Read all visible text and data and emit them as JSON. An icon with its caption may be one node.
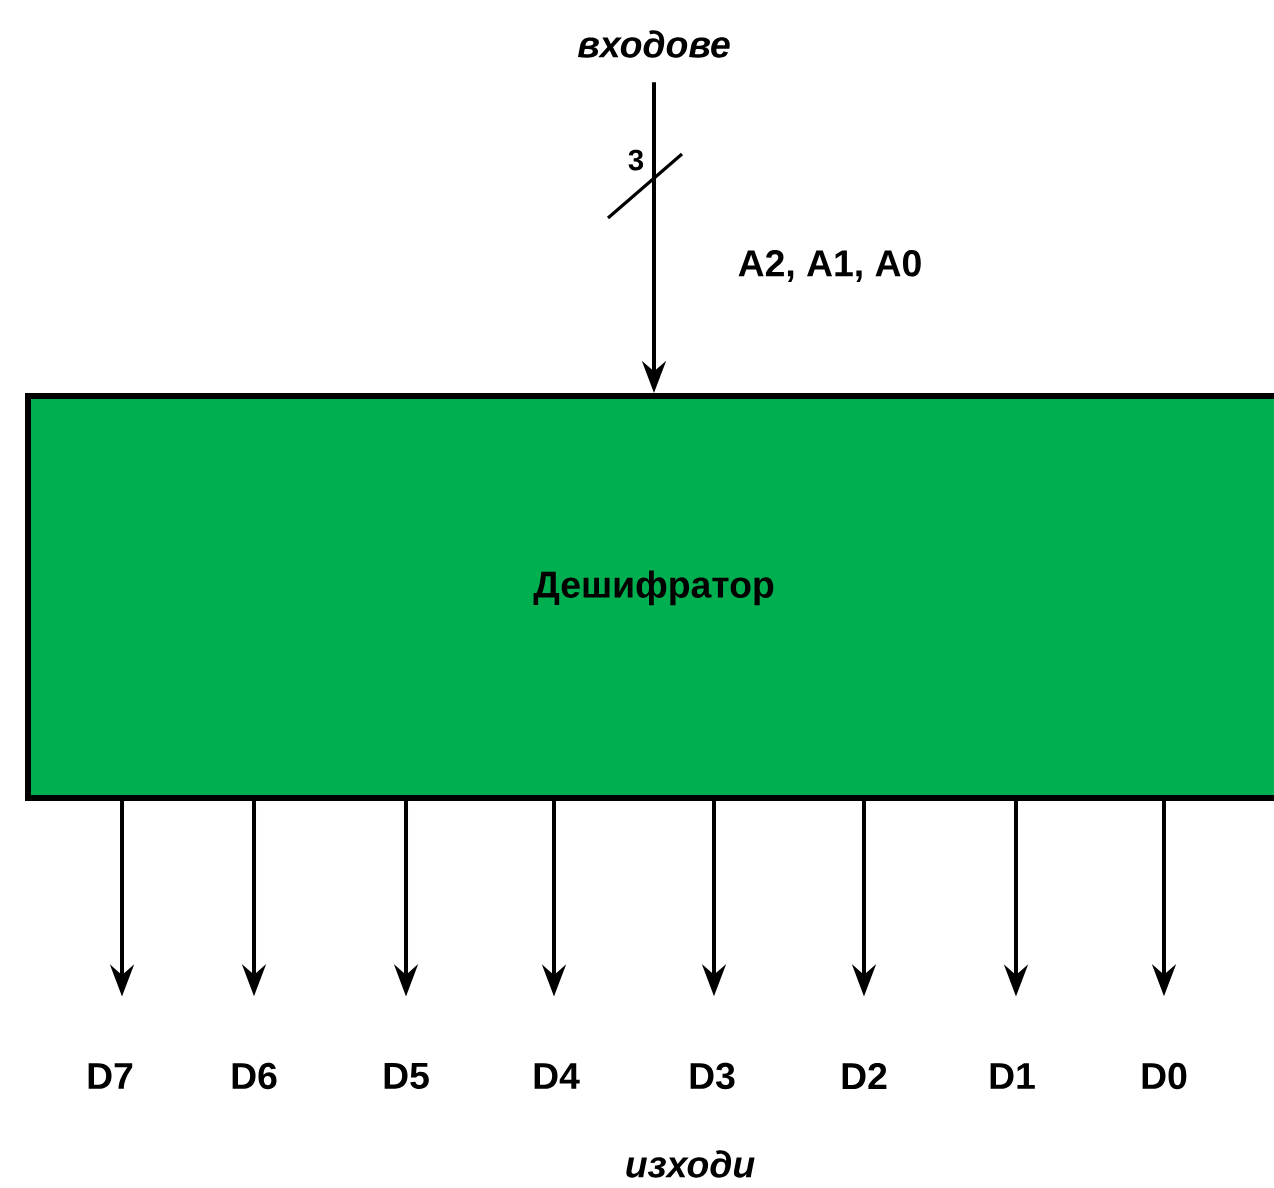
{
  "diagram": {
    "nodes": [
      {
        "text": [
          "входове"
        ]
      },
      {
        "text": [
          "Дешифратор"
        ]
      },
      {
        "text": [
          "D7"
        ]
      },
      {
        "text": [
          "D6"
        ]
      },
      {
        "text": [
          "D5"
        ]
      },
      {
        "text": [
          "D4"
        ]
      },
      {
        "text": [
          "D3"
        ]
      },
      {
        "text": [
          "D2"
        ]
      },
      {
        "text": [
          "D1"
        ]
      },
      {
        "text": [
          "D0"
        ]
      }
    ],
    "edges": [
      {
        "from": 0,
        "to": 1,
        "arrow": "to",
        "label": "A2, A1, A0"
      },
      {
        "from": 1,
        "to": 2,
        "arrow": "to"
      },
      {
        "from": 1,
        "to": 3,
        "arrow": "to"
      },
      {
        "from": 1,
        "to": 4,
        "arrow": "to"
      },
      {
        "from": 1,
        "to": 5,
        "arrow": "to"
      },
      {
        "from": 1,
        "to": 6,
        "arrow": "to"
      },
      {
        "from": 1,
        "to": 7,
        "arrow": "to"
      },
      {
        "from": 1,
        "to": 8,
        "arrow": "to"
      },
      {
        "from": 1,
        "to": 9,
        "arrow": "to"
      }
    ],
    "labels": [
      "3",
      "изходи"
    ]
  }
}
